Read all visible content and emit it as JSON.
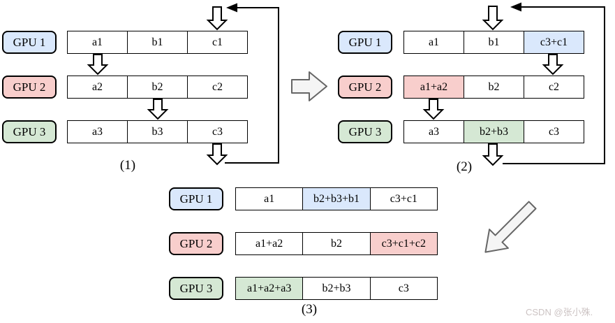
{
  "watermark": {
    "text": "CSDN @张小殊."
  },
  "colors": {
    "gpu1_blue": "#dae8fc",
    "gpu2_pink": "#f8cecc",
    "gpu3_green": "#d5e8d4",
    "big_arrow_fill": "#f5f5f5",
    "big_arrow_stroke": "#666666",
    "line_black": "#000000"
  },
  "stages": [
    {
      "caption": "(1)",
      "rows": [
        {
          "gpu": "GPU 1",
          "gpu_color": "blue",
          "cells": [
            {
              "text": "a1",
              "color": "white"
            },
            {
              "text": "b1",
              "color": "white"
            },
            {
              "text": "c1",
              "color": "white"
            }
          ]
        },
        {
          "gpu": "GPU 2",
          "gpu_color": "pink",
          "cells": [
            {
              "text": "a2",
              "color": "white"
            },
            {
              "text": "b2",
              "color": "white"
            },
            {
              "text": "c2",
              "color": "white"
            }
          ]
        },
        {
          "gpu": "GPU 3",
          "gpu_color": "green",
          "cells": [
            {
              "text": "a3",
              "color": "white"
            },
            {
              "text": "b3",
              "color": "white"
            },
            {
              "text": "c3",
              "color": "white"
            }
          ]
        }
      ]
    },
    {
      "caption": "(2)",
      "rows": [
        {
          "gpu": "GPU 1",
          "gpu_color": "blue",
          "cells": [
            {
              "text": "a1",
              "color": "white"
            },
            {
              "text": "b1",
              "color": "white"
            },
            {
              "text": "c3+c1",
              "color": "blue"
            }
          ]
        },
        {
          "gpu": "GPU 2",
          "gpu_color": "pink",
          "cells": [
            {
              "text": "a1+a2",
              "color": "pink"
            },
            {
              "text": "b2",
              "color": "white"
            },
            {
              "text": "c2",
              "color": "white"
            }
          ]
        },
        {
          "gpu": "GPU 3",
          "gpu_color": "green",
          "cells": [
            {
              "text": "a3",
              "color": "white"
            },
            {
              "text": "b2+b3",
              "color": "green"
            },
            {
              "text": "c3",
              "color": "white"
            }
          ]
        }
      ]
    },
    {
      "caption": "(3)",
      "rows": [
        {
          "gpu": "GPU 1",
          "gpu_color": "blue",
          "cells": [
            {
              "text": "a1",
              "color": "white"
            },
            {
              "text": "b2+b3+b1",
              "color": "blue"
            },
            {
              "text": "c3+c1",
              "color": "white"
            }
          ]
        },
        {
          "gpu": "GPU 2",
          "gpu_color": "pink",
          "cells": [
            {
              "text": "a1+a2",
              "color": "white"
            },
            {
              "text": "b2",
              "color": "white"
            },
            {
              "text": "c3+c1+c2",
              "color": "pink"
            }
          ]
        },
        {
          "gpu": "GPU 3",
          "gpu_color": "green",
          "cells": [
            {
              "text": "a1+a2+a3",
              "color": "green"
            },
            {
              "text": "b2+b3",
              "color": "white"
            },
            {
              "text": "c3",
              "color": "white"
            }
          ]
        }
      ]
    }
  ]
}
